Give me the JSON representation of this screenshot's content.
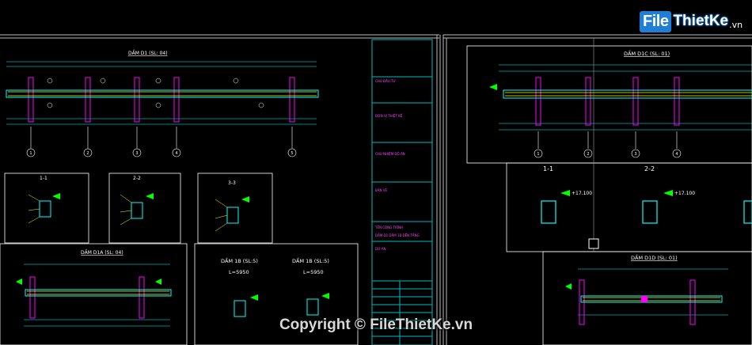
{
  "watermark": {
    "logo_box": "File",
    "logo_text": "ThietKe",
    "logo_suffix": ".vn",
    "copyright": "Copyright © FileThietKe.vn"
  },
  "left_sheet": {
    "beam_d1_title": "DẦM D1 (SL: 04)",
    "beam_d1_axes": [
      "1",
      "2",
      "3",
      "4",
      "5"
    ],
    "section_11": "1-1",
    "section_22": "2-2",
    "section_33": "3-3",
    "beam_d1a_title": "DẦM D1A (SL: 04)",
    "beam_1b_a_title": "DẦM 1B (SL:5)",
    "beam_1b_a_len": "L=5950",
    "beam_1b_b_title": "DẦM 1B (SL:5)",
    "beam_1b_b_len": "L=5950"
  },
  "title_block": {
    "rows": [
      "CHỦ ĐẦU TƯ",
      "ĐƠN VỊ THIẾT KẾ",
      "CHỦ NHIỆM ĐỒ ÁN",
      "BẢN VẼ",
      "TÊN CÔNG TRÌNH",
      "DẦM D1 DẦM 1B ĐẾN TẦNG",
      "DỰ ÁN"
    ]
  },
  "right_sheet": {
    "beam_d1c_title": "DẦM D1C (SL: 01)",
    "beam_d1c_axes": [
      "1",
      "2",
      "3",
      "4"
    ],
    "section_11": "1-1",
    "section_22": "2-2",
    "elev_label": "+17.100",
    "beam_d1d_title": "DẦM D1D (SL: 01)"
  },
  "colors": {
    "frame": "#ffffff",
    "beam": "#ff00ff",
    "rebar": "#ffff00",
    "dim": "#00ffff",
    "axis": "#00ff00",
    "title_block_line": "#00cccc"
  }
}
